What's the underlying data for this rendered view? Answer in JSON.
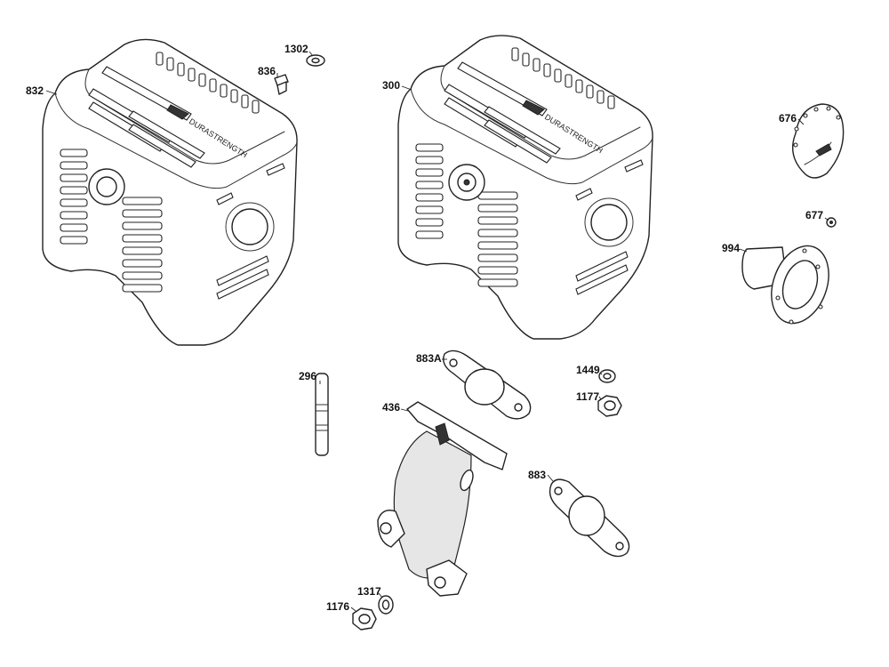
{
  "callouts": {
    "p832": "832",
    "p836": "836",
    "p1302": "1302",
    "p300": "300",
    "p676": "676",
    "p677": "677",
    "p994": "994",
    "p296": "296",
    "p883A": "883A",
    "p1449": "1449",
    "p1177": "1177",
    "p436": "436",
    "p883": "883",
    "p1317": "1317",
    "p1176": "1176"
  },
  "brand": {
    "logo_text": "DURASTRENGTH"
  },
  "colors": {
    "line": "#222222",
    "background": "#ffffff"
  }
}
